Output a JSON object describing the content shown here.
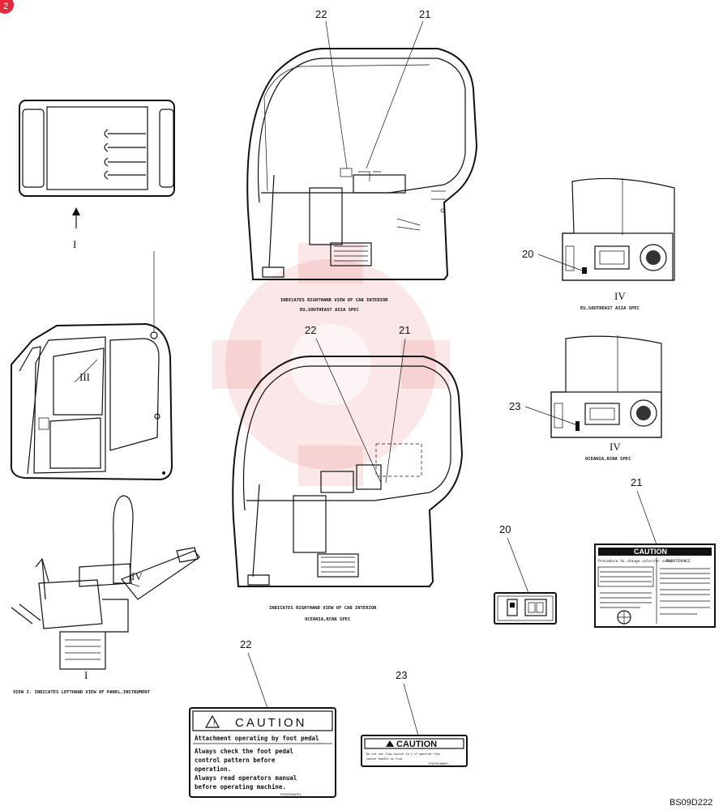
{
  "page_badge": "2",
  "views": {
    "top_right_caption_1": "INDICATES RIGHTHAND VIEW OF CAB INTERIOR",
    "top_right_caption_2": "EU,SOUTHEAST ASIA SPEC",
    "mid_caption_1": "INDICATES RIGHTHAND VIEW OF CAB INTERIOR",
    "mid_caption_2": "OCEANIA,KCNA SPEC",
    "view_i_caption": "VIEW I.  INDICATES LEFTHAND VIEW OF PANEL,INSTRUMENT",
    "panel_iv_a_caption": "EU,SOUTHEAST ASIA SPEC",
    "panel_iv_b_caption": "OCEANIA,KCNA SPEC"
  },
  "roman": {
    "i": "I",
    "iii": "III",
    "iv": "IV"
  },
  "callouts": {
    "c22_top": "22",
    "c21_top": "21",
    "c22_mid": "22",
    "c21_mid": "21",
    "c20_panel": "20",
    "c23_panel": "23",
    "c21_decal": "21",
    "c20_decal": "20",
    "c22_decal": "22",
    "c23_decal": "23"
  },
  "decal_22": {
    "title": "CAUTION",
    "heading": "Attachment operating by foot pedal",
    "lines": [
      "Always check the foot pedal",
      "control pattern before",
      "operation.",
      "Always read operators manual",
      "before operating machine."
    ],
    "part_no": "PY20T01067P1"
  },
  "decal_23": {
    "title": "CAUTION",
    "line_1": "Do not set flow switch to 2 if applied flow",
    "line_2": "cannot handle no flow",
    "part_no": "YY20T01006P1"
  },
  "decal_21": {
    "title": "CAUTION",
    "left_heading": "Procedure to change selector valve",
    "right_heading": "MAINTENANCE"
  },
  "doc_id": "BS09D222",
  "colors": {
    "badge": "#e5283a",
    "watermark": "#e23b3b",
    "ink": "#111111"
  }
}
